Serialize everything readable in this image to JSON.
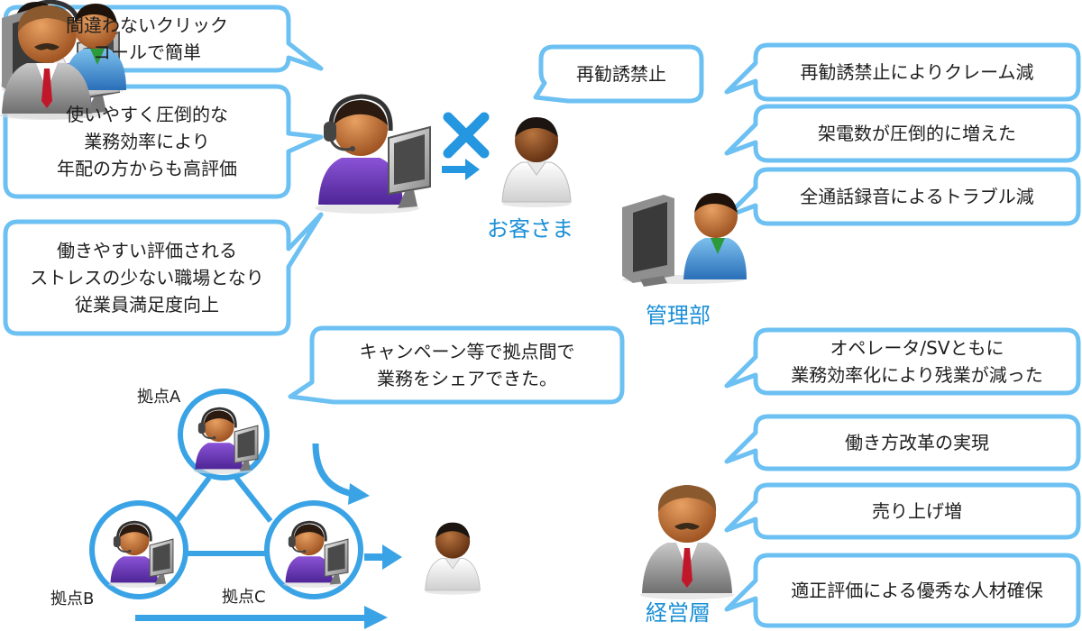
{
  "bubbles": {
    "operator_click": [
      "間違わないクリック",
      "コールで簡単"
    ],
    "operator_efficiency": [
      "使いやすく圧倒的な",
      "業務効率により",
      "年配の方からも高評価"
    ],
    "operator_workplace": [
      "働きやすい評価される",
      "ストレスの少ない職場となり",
      "従業員満足度向上"
    ],
    "customer_no_recall": [
      "再勧誘禁止"
    ],
    "mgmt_complaints": [
      "再勧誘禁止によりクレーム減"
    ],
    "mgmt_calls": [
      "架電数が圧倒的に増えた"
    ],
    "mgmt_recording": [
      "全通話録音によるトラブル減"
    ],
    "sites_share": [
      "キャンペーン等で拠点間で",
      "業務をシェアできた。"
    ],
    "exec_overtime": [
      "オペレータ/SVともに",
      "業務効率化により残業が減った"
    ],
    "exec_workstyle": [
      "働き方改革の実現"
    ],
    "exec_sales": [
      "売り上げ増"
    ],
    "exec_talent": [
      "適正評価による優秀な人材確保"
    ]
  },
  "labels": {
    "customer": "お客さま",
    "management": "管理部",
    "executive": "経営層",
    "site_a": "拠点A",
    "site_b": "拠点B",
    "site_c": "拠点C"
  },
  "colors": {
    "bubble_border": "#6cc0f2",
    "arrow": "#3aa3e6",
    "label_blue": "#1a8fd6"
  }
}
